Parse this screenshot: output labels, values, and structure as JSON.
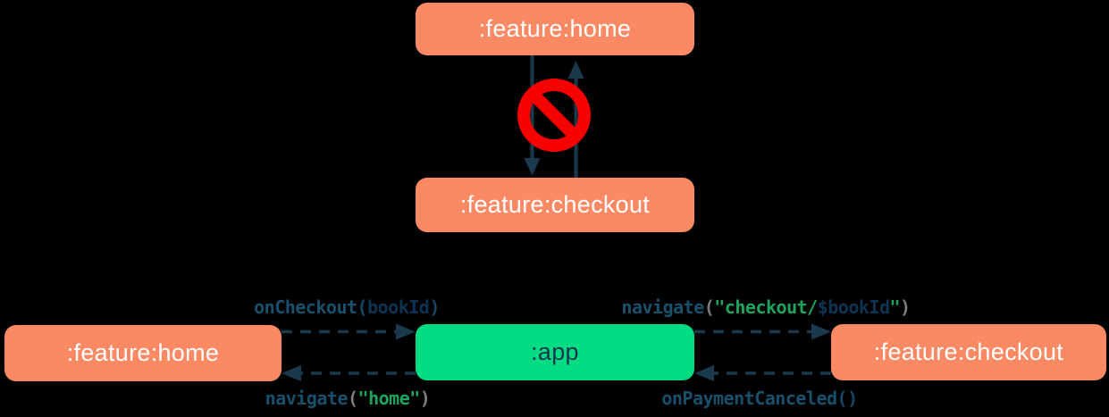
{
  "diagram_title": "feature-module navigation dependency diagram",
  "colors": {
    "background": "#000000",
    "feature_box": "#FB8A64",
    "app_box": "#00DC82",
    "box_text_light": "#FFFFFF",
    "box_text_dark": "#17344E",
    "arrow": "#1B394C",
    "prohibited_red": "#F70000",
    "code_function": "#19506B",
    "code_param": "#0D3553",
    "code_string": "#1FA35D",
    "code_paren": "#7D7D7D"
  },
  "icons": {
    "prohibited": "no-entry-icon"
  },
  "top": {
    "home_label": ":feature:home",
    "checkout_label": ":feature:checkout",
    "edges": [
      {
        "from": ":feature:home",
        "to": ":feature:checkout",
        "style": "solid",
        "allowed": false
      },
      {
        "from": ":feature:checkout",
        "to": ":feature:home",
        "style": "solid",
        "allowed": false
      }
    ]
  },
  "bottom": {
    "home_label": ":feature:home",
    "app_label": ":app",
    "checkout_label": ":feature:checkout",
    "edges": [
      {
        "from": ":feature:home",
        "to": ":app",
        "style": "dashed",
        "label": "onCheckout(bookId)"
      },
      {
        "from": ":app",
        "to": ":feature:home",
        "style": "dashed",
        "label": "navigate(\"home\")"
      },
      {
        "from": ":app",
        "to": ":feature:checkout",
        "style": "dashed",
        "label": "navigate(\"checkout/$bookId\")"
      },
      {
        "from": ":feature:checkout",
        "to": ":app",
        "style": "dashed",
        "label": "onPaymentCanceled()"
      }
    ],
    "on_checkout": {
      "fn": "onCheckout",
      "open": "(",
      "param": "bookId",
      "close": ")"
    },
    "navigate_checkout": {
      "fn": "navigate",
      "open": "(",
      "str1": "\"checkout/",
      "param": "$bookId",
      "str2": "\"",
      "close": ")"
    },
    "navigate_home": {
      "fn": "navigate",
      "open": "(",
      "str": "\"home\"",
      "close": ")"
    },
    "on_payment_canceled": {
      "fn": "onPaymentCanceled",
      "parens": "()"
    }
  }
}
